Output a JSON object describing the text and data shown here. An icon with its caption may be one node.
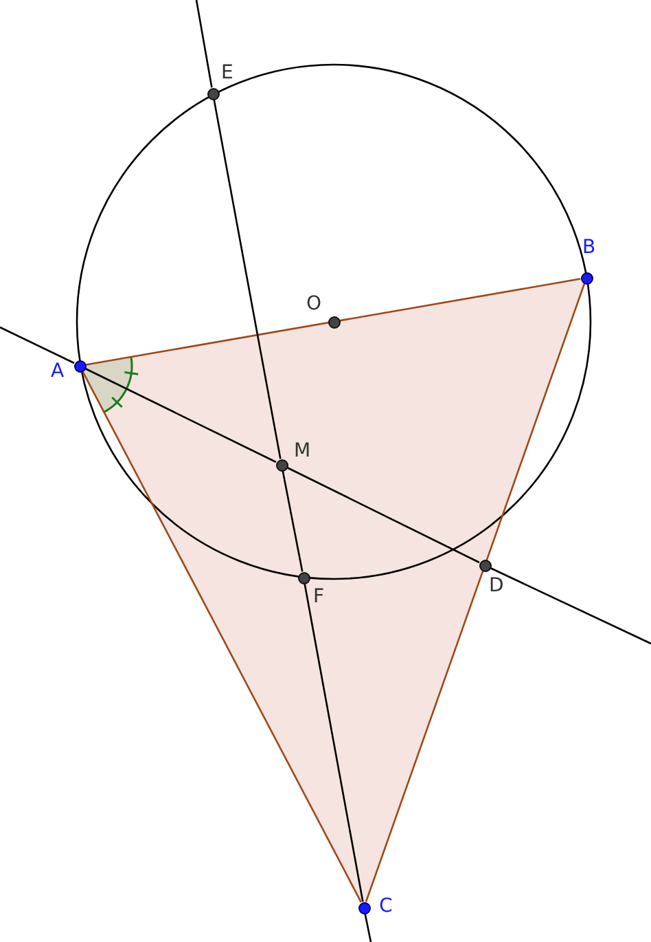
{
  "diagram": {
    "nodes": [
      {
        "text": [],
        "shape": "circle",
        "beside": [
          "E"
        ]
      },
      {
        "text": [],
        "shape": "circle",
        "beside": [
          "B"
        ]
      },
      {
        "text": [],
        "shape": "circle",
        "beside": [
          "O"
        ]
      },
      {
        "text": [],
        "shape": "circle",
        "beside": [
          "A"
        ]
      },
      {
        "text": [],
        "shape": "circle",
        "beside": [
          "M"
        ]
      },
      {
        "text": [],
        "shape": "circle",
        "beside": [
          "D"
        ]
      },
      {
        "text": [],
        "shape": "circle",
        "beside": [
          "F"
        ]
      },
      {
        "text": [],
        "shape": "circle",
        "beside": [
          "C"
        ]
      }
    ],
    "edges": [
      {
        "from": 3,
        "to": 1,
        "arrow": "none",
        "color": "#9c4a1a"
      },
      {
        "from": 1,
        "to": 7,
        "arrow": "none",
        "color": "#9c4a1a"
      },
      {
        "from": 7,
        "to": 3,
        "arrow": "none",
        "color": "#9c4a1a"
      },
      {
        "from": 3,
        "to": 4,
        "arrow": "none"
      },
      {
        "from": 4,
        "to": 5,
        "arrow": "none"
      },
      {
        "from": 0,
        "to": 4,
        "arrow": "none"
      },
      {
        "from": 4,
        "to": 6,
        "arrow": "none"
      },
      {
        "from": 6,
        "to": 7,
        "arrow": "none"
      }
    ]
  }
}
